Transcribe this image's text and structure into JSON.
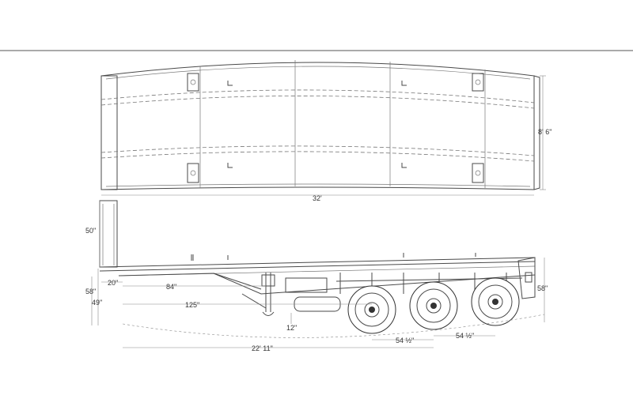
{
  "diagram": {
    "dimensions": {
      "width": "8' 6\"",
      "length": "32'",
      "bulkhead_height": "50\"",
      "front_height": "58\"",
      "rear_height": "58\"",
      "kingpin_height": "49\"",
      "kingpin_setback": "20\"",
      "landing_gear": "84\"",
      "front_to_axle": "125\"",
      "ground_clearance": "12\"",
      "wheelbase": "22' 11\"",
      "axle_spacing_1": "54 ½\"",
      "axle_spacing_2": "54 ½\""
    }
  }
}
